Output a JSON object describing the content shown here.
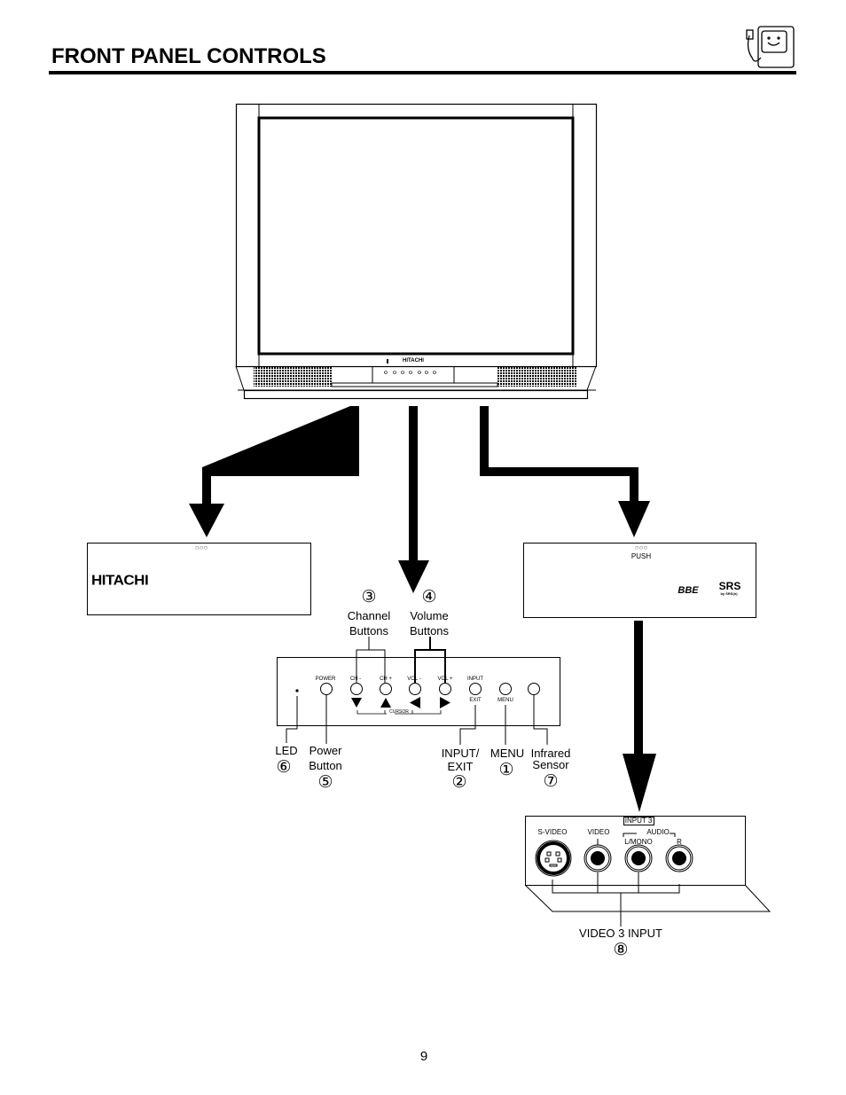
{
  "header": {
    "title": "FRONT PANEL CONTROLS",
    "icon": "tv-mascot-icon"
  },
  "tv": {
    "brand": "HITACHI"
  },
  "left_panel": {
    "brand": "HITACHI",
    "indicator": "○○○"
  },
  "right_panel": {
    "indicator": "○○○",
    "push": "PUSH",
    "logo_bbe": "BBE",
    "logo_srs": "SRS",
    "logo_srs_sub": "by SRS(●)"
  },
  "control_panel": {
    "power": "POWER",
    "ch_minus": "CH -",
    "ch_plus": "CH +",
    "vol_minus": "VOL -",
    "vol_plus": "VOL +",
    "input": "INPUT",
    "exit": "EXIT",
    "menu": "MENU",
    "cursor": "CURSOR"
  },
  "callouts": {
    "channel": {
      "num": "③",
      "line1": "Channel",
      "line2": "Buttons"
    },
    "volume": {
      "num": "④",
      "line1": "Volume",
      "line2": "Buttons"
    },
    "led": {
      "label": "LED",
      "num": "⑥"
    },
    "power": {
      "line1": "Power",
      "line2": "Button",
      "num": "⑤"
    },
    "input_exit": {
      "line1": "INPUT/",
      "line2": "EXIT",
      "num": "②"
    },
    "menu": {
      "label": "MENU",
      "num": "①"
    },
    "infrared": {
      "line1": "Infrared",
      "line2": "Sensor",
      "num": "⑦"
    },
    "video3": {
      "label": "VIDEO 3 INPUT",
      "num": "⑧"
    }
  },
  "input_panel": {
    "title": "INPUT 3",
    "svideo": "S-VIDEO",
    "video": "VIDEO",
    "audio": "AUDIO",
    "lmono": "L/MONO",
    "r": "R"
  },
  "footer": {
    "page_number": "9"
  }
}
